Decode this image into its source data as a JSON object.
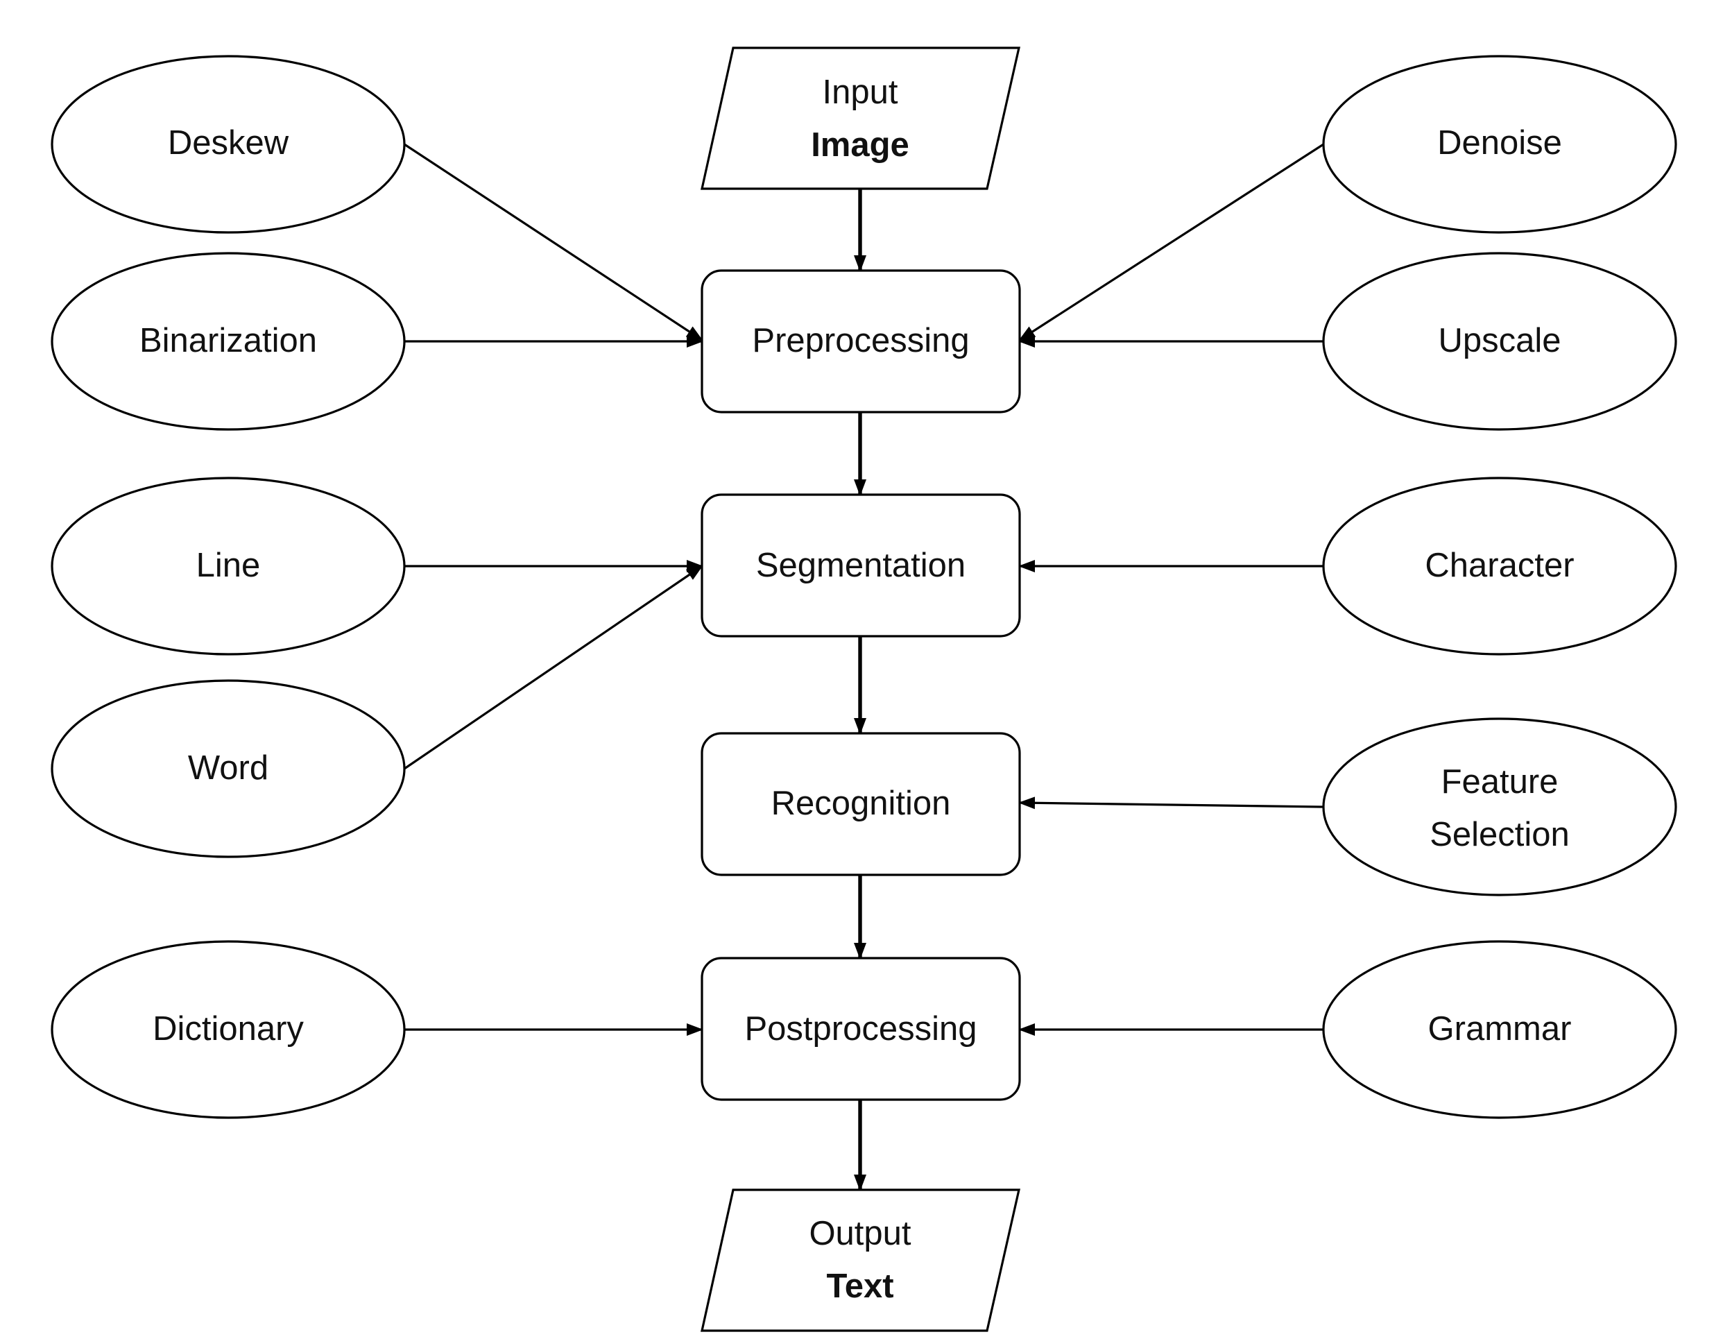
{
  "colors": {
    "stroke": "#000000",
    "fill": "#ffffff",
    "text": "#111111"
  },
  "io": {
    "input": {
      "line1": "Input",
      "line2": "Image"
    },
    "output": {
      "line1": "Output",
      "line2": "Text"
    }
  },
  "stages": {
    "preprocessing": "Preprocessing",
    "segmentation": "Segmentation",
    "recognition": "Recognition",
    "postprocessing": "Postprocessing"
  },
  "techniques": {
    "deskew": "Deskew",
    "binarization": "Binarization",
    "denoise": "Denoise",
    "upscale": "Upscale",
    "line": "Line",
    "word": "Word",
    "character": "Character",
    "feature_line1": "Feature",
    "feature_line2": "Selection",
    "dictionary": "Dictionary",
    "grammar": "Grammar"
  }
}
